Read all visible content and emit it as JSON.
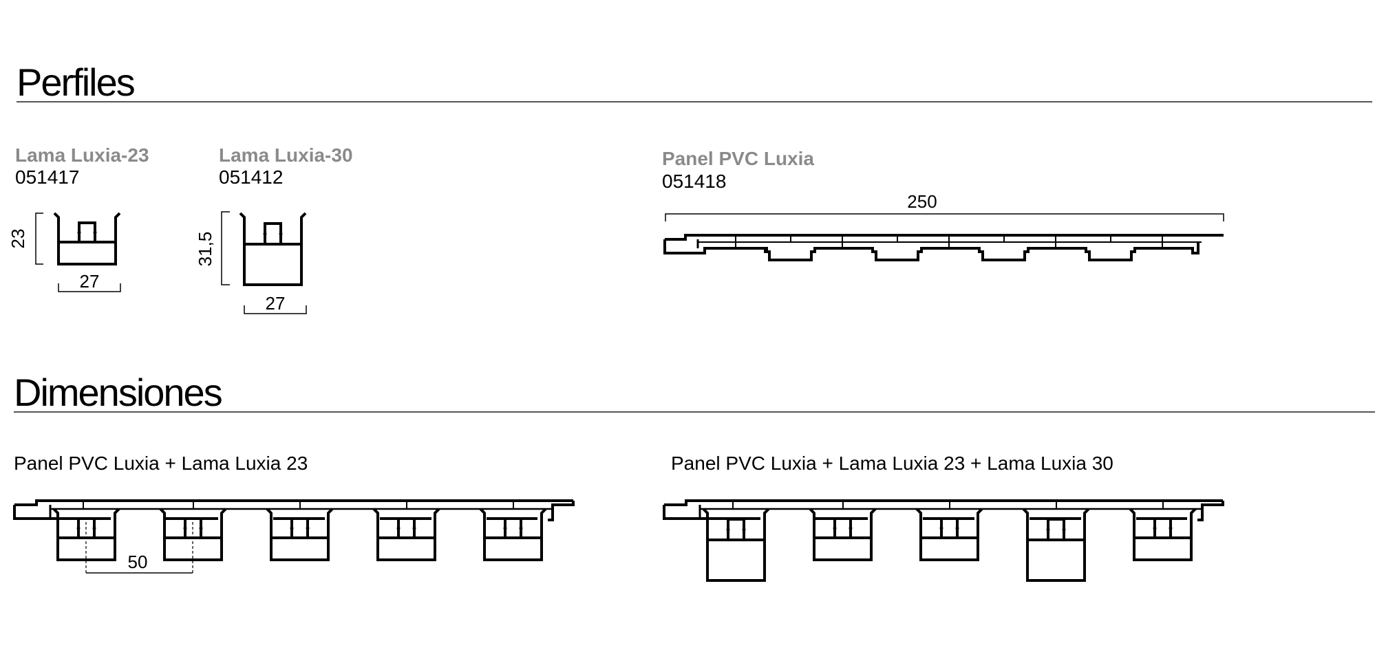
{
  "sections": {
    "perfiles_title": "Perfiles",
    "dimensiones_title": "Dimensiones"
  },
  "products": [
    {
      "name": "Lama Luxia-23",
      "code": "051417",
      "height_dim": "23",
      "width_dim": "27"
    },
    {
      "name": "Lama Luxia-30",
      "code": "051412",
      "height_dim": "31,5",
      "width_dim": "27"
    },
    {
      "name": "Panel PVC Luxia",
      "code": "051418",
      "width_dim": "250"
    }
  ],
  "assemblies": [
    {
      "caption": "Panel PVC Luxia + Lama Luxia 23",
      "pitch_dim": "50"
    },
    {
      "caption": "Panel PVC Luxia + Lama Luxia 23 + Lama Luxia 30"
    }
  ],
  "colors": {
    "line": "#000000",
    "muted_text": "#8a8a8a",
    "rule": "#555555"
  }
}
